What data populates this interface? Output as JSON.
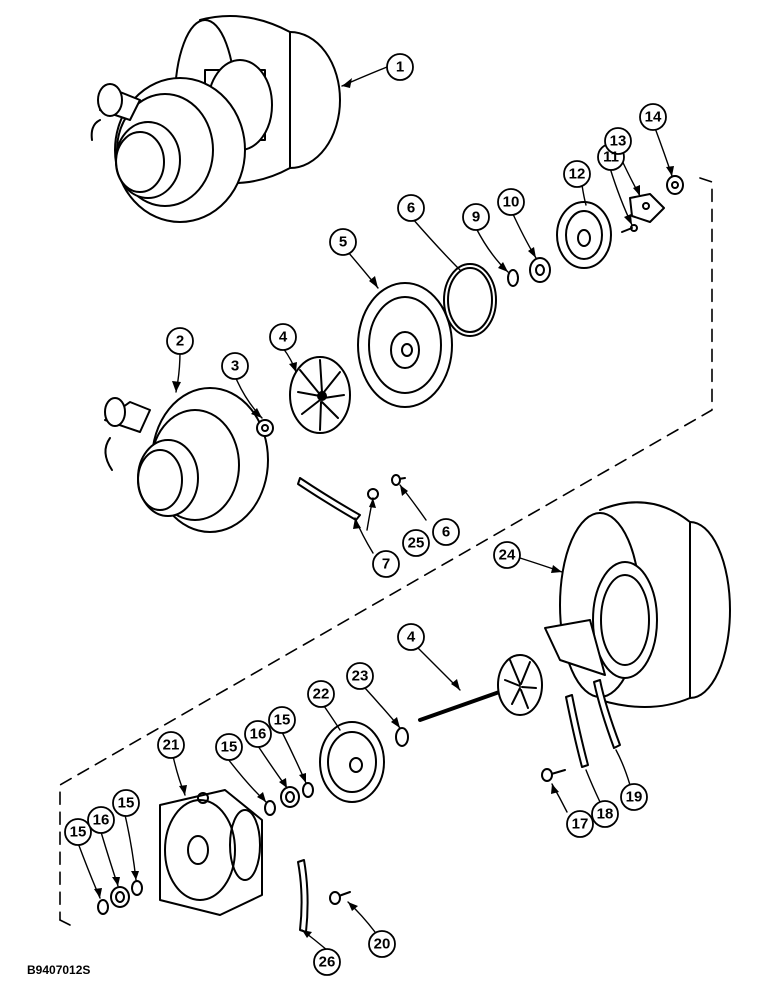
{
  "figure": {
    "code": "B9407012S"
  },
  "callouts": [
    {
      "id": "c1",
      "label": "1"
    },
    {
      "id": "c2",
      "label": "2"
    },
    {
      "id": "c3",
      "label": "3"
    },
    {
      "id": "c4a",
      "label": "4"
    },
    {
      "id": "c5",
      "label": "5"
    },
    {
      "id": "c6a",
      "label": "6"
    },
    {
      "id": "c9",
      "label": "9"
    },
    {
      "id": "c10",
      "label": "10"
    },
    {
      "id": "c11",
      "label": "11"
    },
    {
      "id": "c12",
      "label": "12"
    },
    {
      "id": "c13",
      "label": "13"
    },
    {
      "id": "c14",
      "label": "14"
    },
    {
      "id": "c7",
      "label": "7"
    },
    {
      "id": "c25",
      "label": "25"
    },
    {
      "id": "c6b",
      "label": "6"
    },
    {
      "id": "c24",
      "label": "24"
    },
    {
      "id": "c4b",
      "label": "4"
    },
    {
      "id": "c23",
      "label": "23"
    },
    {
      "id": "c22",
      "label": "22"
    },
    {
      "id": "c21",
      "label": "21"
    },
    {
      "id": "c15a",
      "label": "15"
    },
    {
      "id": "c16a",
      "label": "16"
    },
    {
      "id": "c15b",
      "label": "15"
    },
    {
      "id": "c15c",
      "label": "15"
    },
    {
      "id": "c16b",
      "label": "16"
    },
    {
      "id": "c15d",
      "label": "15"
    },
    {
      "id": "c17",
      "label": "17"
    },
    {
      "id": "c18",
      "label": "18"
    },
    {
      "id": "c19",
      "label": "19"
    },
    {
      "id": "c20",
      "label": "20"
    },
    {
      "id": "c26",
      "label": "26"
    }
  ],
  "colors": {
    "ink": "#000000",
    "paper": "#ffffff"
  }
}
